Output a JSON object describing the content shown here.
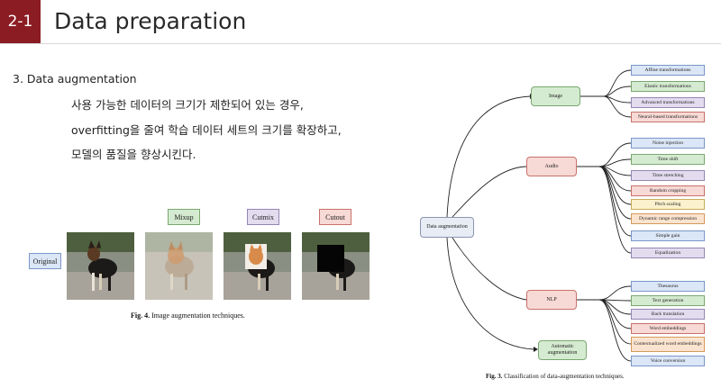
{
  "header": {
    "badge": "2-1",
    "title": "Data preparation"
  },
  "section": {
    "heading": "3. Data augmentation",
    "lines": [
      "사용 가능한 데이터의 크기가 제한되어 있는 경우,",
      "overfitting을 줄여 학습 데이터 세트의 크기를 확장하고,",
      "모델의 품질을 향상시킨다."
    ]
  },
  "augmentation_figure": {
    "labels": {
      "original": "Original",
      "mixup": "Mixup",
      "cutmix": "Cutmix",
      "cutout": "Cutout"
    },
    "caption_prefix": "Fig. 4.",
    "caption_text": "Image augmentation techniques."
  },
  "diagram": {
    "root": "Data augmentation",
    "branches": {
      "image": "Image",
      "audio": "Audio",
      "nlp": "NLP",
      "automatic": "Automatic augmentation"
    },
    "image_leaves": [
      "Affine transformations",
      "Elastic transformations",
      "Advanced transformations",
      "Neural-based transformations"
    ],
    "audio_leaves": [
      "Noise injection",
      "Time shift",
      "Time stretching",
      "Random cropping",
      "Pitch scaling",
      "Dynamic range compression",
      "Simple gain",
      "Equalization"
    ],
    "nlp_leaves": [
      "Thesaurus",
      "Text generation",
      "Back translation",
      "Word embeddings",
      "Contextualized word embeddings",
      "Voice conversion"
    ],
    "caption_prefix": "Fig. 3.",
    "caption_text": "Classification of data-augmentation techniques.",
    "colors": {
      "blue": "#dbe6f6",
      "green": "#d5ebd1",
      "purple": "#e3dcef",
      "red": "#f7d9d5",
      "yellow": "#fbf1cc",
      "orange": "#fbe4cf"
    }
  }
}
